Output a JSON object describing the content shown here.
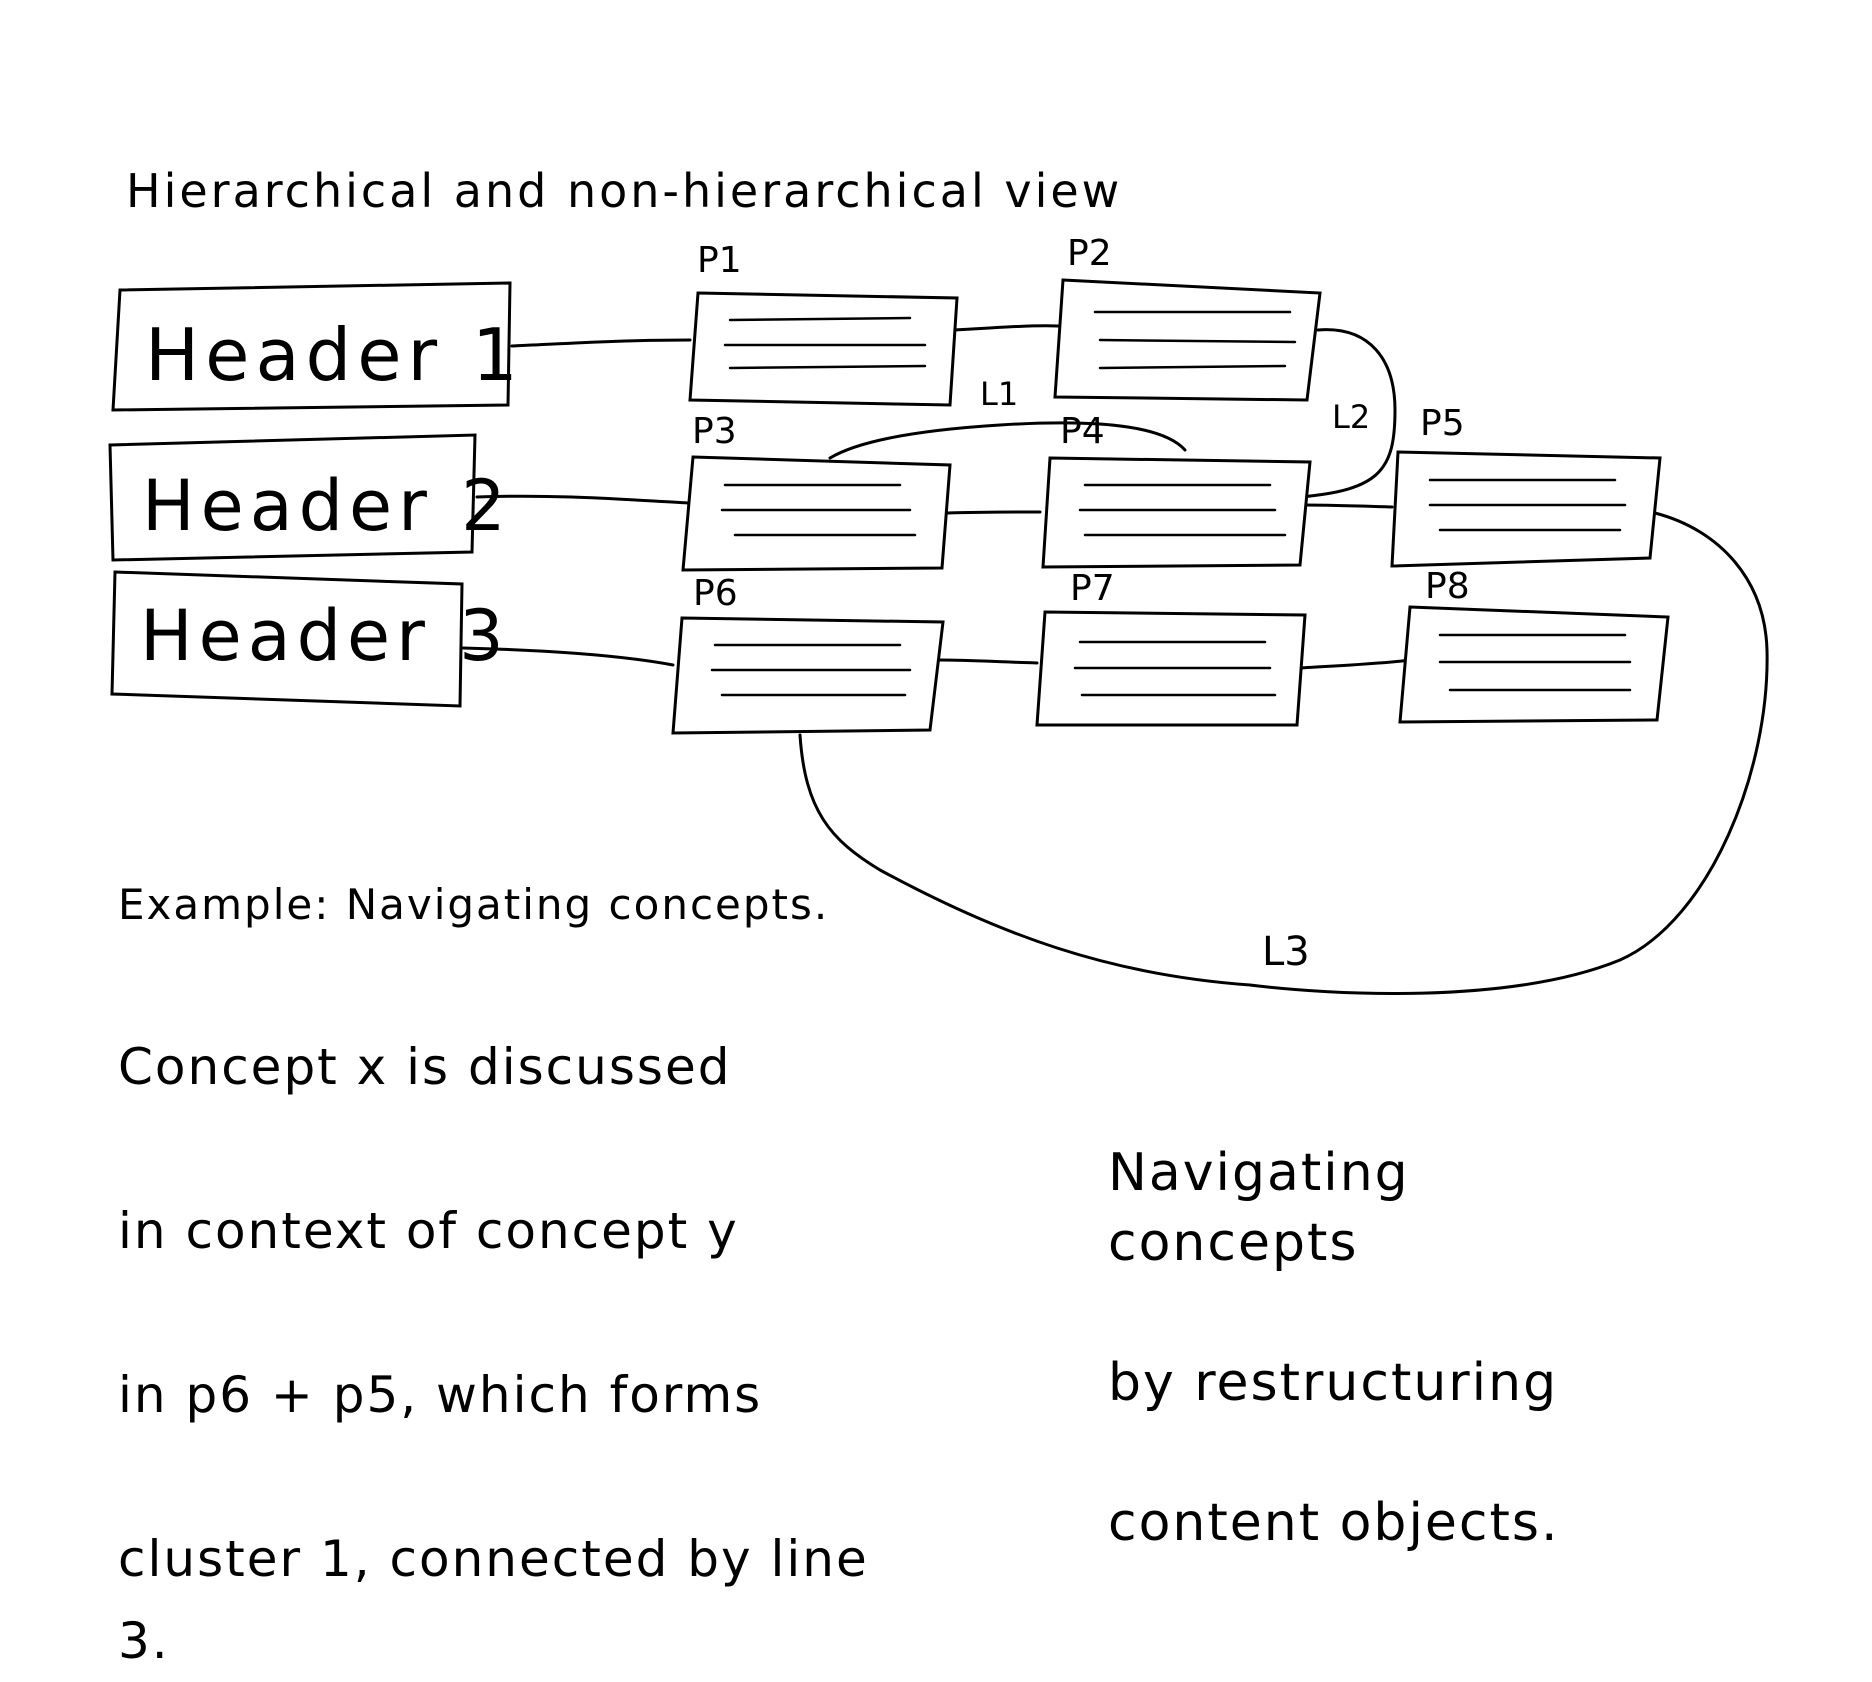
{
  "title": "Hierarchical and non-hierarchical view",
  "headers": [
    {
      "id": "h1",
      "label": "Header 1"
    },
    {
      "id": "h2",
      "label": "Header 2"
    },
    {
      "id": "h3",
      "label": "Header 3"
    }
  ],
  "pages": [
    {
      "id": "p1",
      "label": "P1"
    },
    {
      "id": "p2",
      "label": "P2"
    },
    {
      "id": "p3",
      "label": "P3"
    },
    {
      "id": "p4",
      "label": "P4"
    },
    {
      "id": "p5",
      "label": "P5"
    },
    {
      "id": "p6",
      "label": "P6"
    },
    {
      "id": "p7",
      "label": "P7"
    },
    {
      "id": "p8",
      "label": "P8"
    }
  ],
  "links": [
    {
      "id": "l1",
      "label": "L1",
      "from": "p3",
      "to": "p4"
    },
    {
      "id": "l2",
      "label": "L2",
      "from": "p2",
      "to": "p4"
    },
    {
      "id": "l3",
      "label": "L3",
      "from": "p5",
      "to": "p6"
    }
  ],
  "connections": [
    {
      "from": "h1",
      "to": "p1"
    },
    {
      "from": "p1",
      "to": "p2"
    },
    {
      "from": "h2",
      "to": "p3"
    },
    {
      "from": "p3",
      "to": "p4"
    },
    {
      "from": "p4",
      "to": "p5"
    },
    {
      "from": "h3",
      "to": "p6"
    },
    {
      "from": "p6",
      "to": "p7"
    },
    {
      "from": "p7",
      "to": "p8"
    }
  ],
  "example_note": {
    "line1": "Example: Navigating concepts.",
    "line2": "Concept x is discussed",
    "line3": "in context of concept y",
    "line4": "in p6 + p5, which forms",
    "line5": "cluster 1, connected by line 3."
  },
  "restructuring_note": {
    "line1": "Navigating concepts",
    "line2": "by restructuring",
    "line3": "content objects."
  }
}
